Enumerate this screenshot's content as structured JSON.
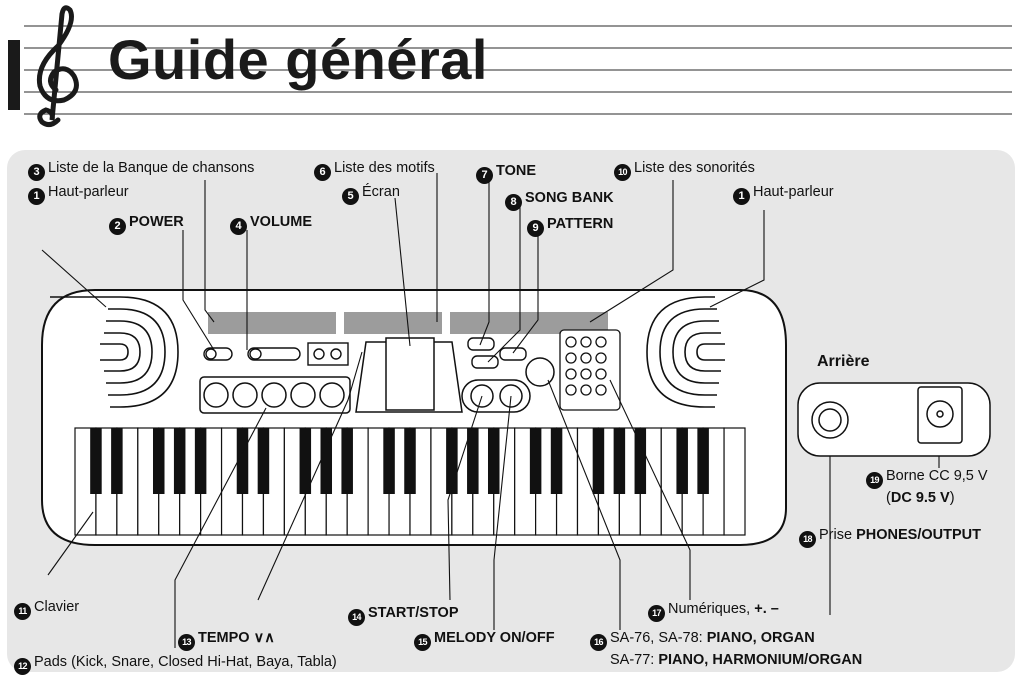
{
  "title": "Guide général",
  "rear_heading": "Arrière",
  "callouts": [
    {
      "n": "1",
      "text": "Haut-parleur"
    },
    {
      "n": "2",
      "text": "POWER"
    },
    {
      "n": "3",
      "text": "Liste de la Banque de chansons"
    },
    {
      "n": "4",
      "text": "VOLUME"
    },
    {
      "n": "5",
      "text": "Écran"
    },
    {
      "n": "6",
      "text": "Liste des motifs"
    },
    {
      "n": "7",
      "text": "TONE"
    },
    {
      "n": "8",
      "text": "SONG BANK"
    },
    {
      "n": "9",
      "text": "PATTERN"
    },
    {
      "n": "10",
      "text": "Liste des sonorités"
    },
    {
      "n": "1",
      "text": "Haut-parleur"
    },
    {
      "n": "11",
      "text": "Clavier"
    },
    {
      "n": "12",
      "text": "Pads (Kick, Snare, Closed Hi-Hat, Baya, Tabla)"
    },
    {
      "n": "13",
      "text": "TEMPO ∨∧"
    },
    {
      "n": "14",
      "text": "START/STOP"
    },
    {
      "n": "15",
      "text": "MELODY ON/OFF"
    },
    {
      "n": "16",
      "text": "SA-76, SA-78: ",
      "bold": "PIANO, ORGAN",
      "line2": "SA-77: ",
      "line2_bold": "PIANO, HARMONIUM/ORGAN"
    },
    {
      "n": "17",
      "text": "Numériques, ",
      "bold": "+. –"
    },
    {
      "n": "18",
      "text": "Prise ",
      "bold": "PHONES/OUTPUT"
    },
    {
      "n": "19",
      "text": "Borne CC 9,5 V",
      "line2": "(",
      "line2_bold": "DC 9.5 V",
      "line2_end": ")"
    }
  ]
}
